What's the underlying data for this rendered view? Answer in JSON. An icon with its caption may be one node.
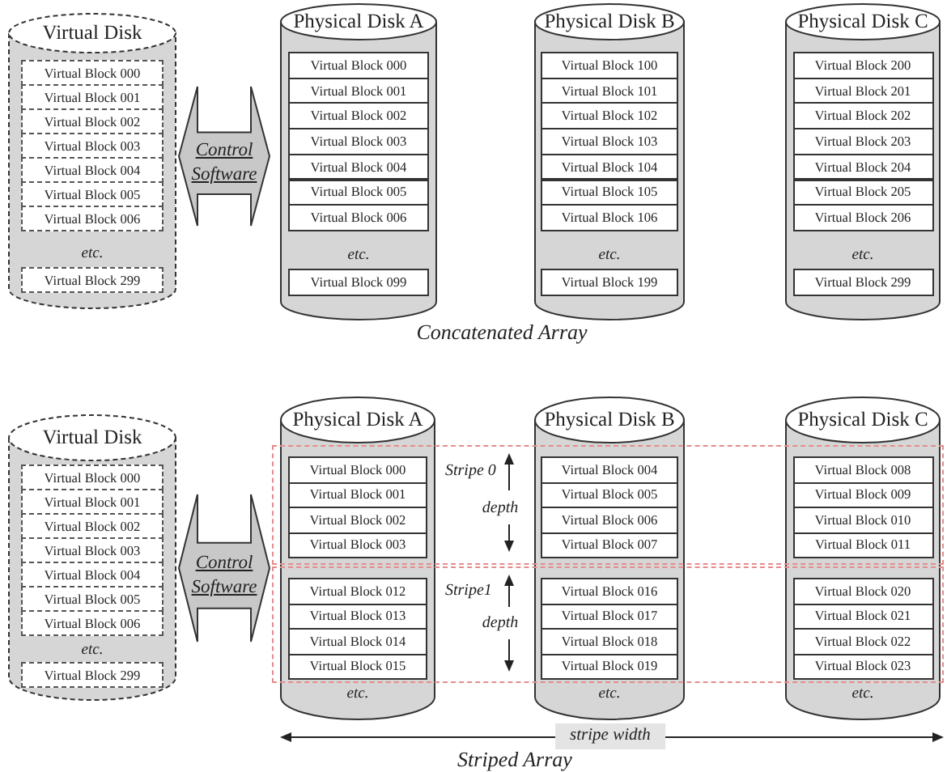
{
  "diagram": {
    "nodes": [
      {
        "text": [
          "Virtual Disk",
          "etc."
        ]
      },
      {
        "text": [
          "Virtual Block 000"
        ],
        "in": 0
      },
      {
        "text": [
          "Virtual Block 001"
        ],
        "in": 0
      },
      {
        "text": [
          "Virtual Block 002"
        ],
        "in": 0
      },
      {
        "text": [
          "Virtual Block 003"
        ],
        "in": 0
      },
      {
        "text": [
          "Virtual Block 004"
        ],
        "in": 0
      },
      {
        "text": [
          "Virtual Block 005"
        ],
        "in": 0
      },
      {
        "text": [
          "Virtual Block 006"
        ],
        "in": 0
      },
      {
        "text": [
          "Virtual Block 299"
        ],
        "in": 0
      },
      {
        "text": [
          "Control Software"
        ]
      },
      {
        "text": [
          "Physical Disk A",
          "etc."
        ]
      },
      {
        "text": [
          "Virtual Block 000"
        ],
        "in": 10
      },
      {
        "text": [
          "Virtual Block 001"
        ],
        "in": 10
      },
      {
        "text": [
          "Virtual Block 002"
        ],
        "in": 10
      },
      {
        "text": [
          "Virtual Block 003"
        ],
        "in": 10
      },
      {
        "text": [
          "Virtual Block 004"
        ],
        "in": 10
      },
      {
        "text": [
          "Virtual Block 005"
        ],
        "in": 10
      },
      {
        "text": [
          "Virtual Block 006"
        ],
        "in": 10
      },
      {
        "text": [
          "Virtual Block 099"
        ],
        "in": 10
      },
      {
        "text": [
          "Physical Disk B",
          "etc."
        ]
      },
      {
        "text": [
          "Virtual Block 100"
        ],
        "in": 19
      },
      {
        "text": [
          "Virtual Block 101"
        ],
        "in": 19
      },
      {
        "text": [
          "Virtual Block 102"
        ],
        "in": 19
      },
      {
        "text": [
          "Virtual Block 103"
        ],
        "in": 19
      },
      {
        "text": [
          "Virtual Block 104"
        ],
        "in": 19
      },
      {
        "text": [
          "Virtual Block 105"
        ],
        "in": 19
      },
      {
        "text": [
          "Virtual Block 106"
        ],
        "in": 19
      },
      {
        "text": [
          "Virtual Block 199"
        ],
        "in": 19
      },
      {
        "text": [
          "Physical Disk C",
          "etc."
        ]
      },
      {
        "text": [
          "Virtual Block 200"
        ],
        "in": 28
      },
      {
        "text": [
          "Virtual Block 201"
        ],
        "in": 28
      },
      {
        "text": [
          "Virtual Block 202"
        ],
        "in": 28
      },
      {
        "text": [
          "Virtual Block 203"
        ],
        "in": 28
      },
      {
        "text": [
          "Virtual Block 204"
        ],
        "in": 28
      },
      {
        "text": [
          "Virtual Block 205"
        ],
        "in": 28
      },
      {
        "text": [
          "Virtual Block 206"
        ],
        "in": 28
      },
      {
        "text": [
          "Virtual Block 299"
        ],
        "in": 28
      },
      {
        "text": [
          "Virtual Disk",
          "etc."
        ]
      },
      {
        "text": [
          "Virtual Block 000"
        ],
        "in": 37
      },
      {
        "text": [
          "Virtual Block 001"
        ],
        "in": 37
      },
      {
        "text": [
          "Virtual Block 002"
        ],
        "in": 37
      },
      {
        "text": [
          "Virtual Block 003"
        ],
        "in": 37
      },
      {
        "text": [
          "Virtual Block 004"
        ],
        "in": 37
      },
      {
        "text": [
          "Virtual Block 005"
        ],
        "in": 37
      },
      {
        "text": [
          "Virtual Block 006"
        ],
        "in": 37
      },
      {
        "text": [
          "Virtual Block 299"
        ],
        "in": 37
      },
      {
        "text": [
          "Control Software"
        ]
      },
      {
        "text": [
          "Physical Disk A",
          "etc."
        ]
      },
      {
        "text": [
          "Virtual Block 000"
        ]
      },
      {
        "text": [
          "Virtual Block 001"
        ]
      },
      {
        "text": [
          "Virtual Block 002"
        ]
      },
      {
        "text": [
          "Virtual Block 003"
        ]
      },
      {
        "text": [
          "Virtual Block 012"
        ]
      },
      {
        "text": [
          "Virtual Block 013"
        ]
      },
      {
        "text": [
          "Virtual Block 014"
        ]
      },
      {
        "text": [
          "Virtual Block 015"
        ]
      },
      {
        "text": [
          "Physical Disk B",
          "etc."
        ]
      },
      {
        "text": [
          "Virtual Block 004"
        ]
      },
      {
        "text": [
          "Virtual Block 005"
        ]
      },
      {
        "text": [
          "Virtual Block 006"
        ]
      },
      {
        "text": [
          "Virtual Block 007"
        ]
      },
      {
        "text": [
          "Virtual Block 016"
        ]
      },
      {
        "text": [
          "Virtual Block 017"
        ]
      },
      {
        "text": [
          "Virtual Block 018"
        ]
      },
      {
        "text": [
          "Virtual Block 019"
        ]
      },
      {
        "text": [
          "Physical Disk C",
          "etc."
        ]
      },
      {
        "text": [
          "Virtual Block 008"
        ]
      },
      {
        "text": [
          "Virtual Block 009"
        ]
      },
      {
        "text": [
          "Virtual Block 010"
        ]
      },
      {
        "text": [
          "Virtual Block 011"
        ]
      },
      {
        "text": [
          "Virtual Block 020"
        ]
      },
      {
        "text": [
          "Virtual Block 021"
        ]
      },
      {
        "text": [
          "Virtual Block 022"
        ]
      },
      {
        "text": [
          "Virtual Block 023"
        ]
      },
      {
        "text": [
          "Stripe 0",
          "depth"
        ]
      },
      {
        "text": [
          "Stripe1",
          "depth"
        ]
      }
    ],
    "labels": [
      "Concatenated Array",
      "stripe width",
      "Striped Array"
    ]
  }
}
